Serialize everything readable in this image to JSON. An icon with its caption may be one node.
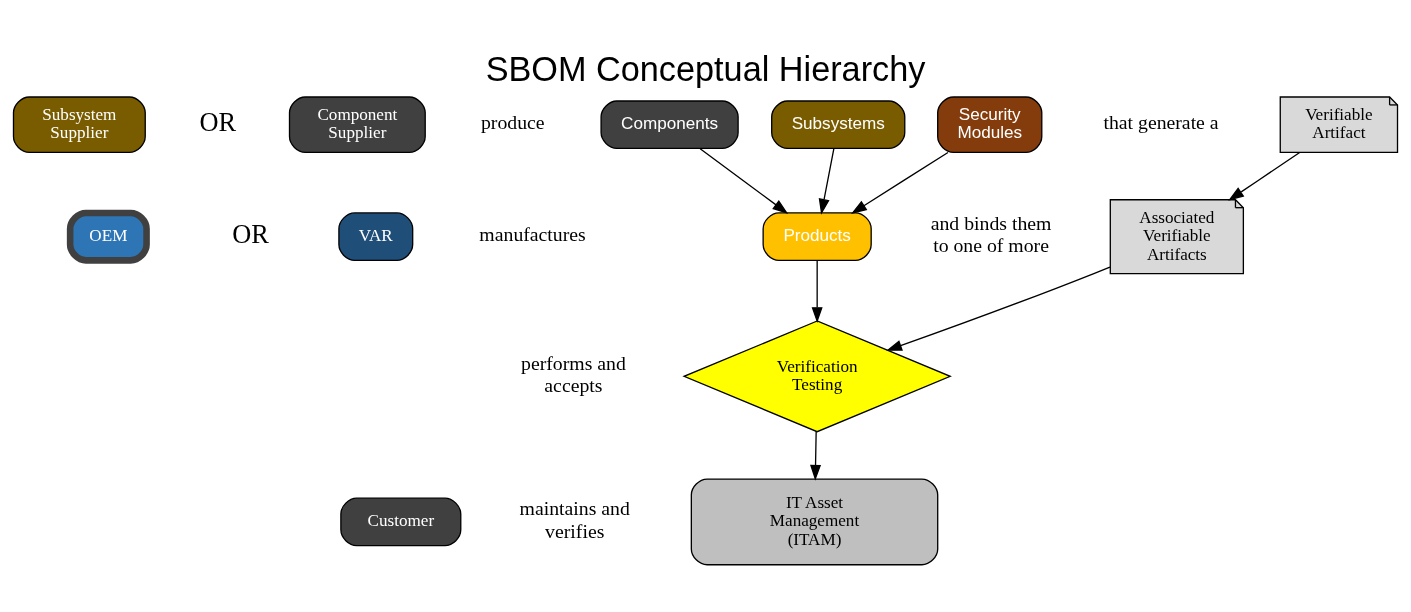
{
  "diagram": {
    "title": "SBOM Conceptual Hierarchy",
    "nodes": [
      {
        "text": [
          "Subsystem Supplier"
        ]
      },
      {
        "text": [
          "Component Supplier"
        ]
      },
      {
        "text": [
          "OEM"
        ]
      },
      {
        "text": [
          "VAR"
        ]
      },
      {
        "text": [
          "Customer"
        ]
      },
      {
        "text": [
          "Components"
        ]
      },
      {
        "text": [
          "Subsystems"
        ]
      },
      {
        "text": [
          "Security Modules"
        ]
      },
      {
        "text": [
          "Verifiable Artifact"
        ]
      },
      {
        "text": [
          "Products"
        ]
      },
      {
        "text": [
          "Associated Verifiable Artifacts"
        ]
      },
      {
        "text": [
          "Verification Testing"
        ]
      },
      {
        "text": [
          "IT Asset Management (ITAM)"
        ]
      }
    ],
    "edges": [
      {
        "from": 5,
        "to": 9,
        "arrow": "to"
      },
      {
        "from": 6,
        "to": 9,
        "arrow": "to"
      },
      {
        "from": 7,
        "to": 9,
        "arrow": "to"
      },
      {
        "from": 8,
        "to": 10,
        "arrow": "to"
      },
      {
        "from": 9,
        "to": 11,
        "arrow": "to"
      },
      {
        "from": 10,
        "to": 11,
        "arrow": "to"
      },
      {
        "from": 11,
        "to": 12,
        "arrow": "to"
      }
    ],
    "labels": [
      "OR",
      "produce",
      "that generate a",
      "OR",
      "manufactures",
      "and binds them to one of more",
      "performs and accepts",
      "maintains and verifies"
    ]
  }
}
